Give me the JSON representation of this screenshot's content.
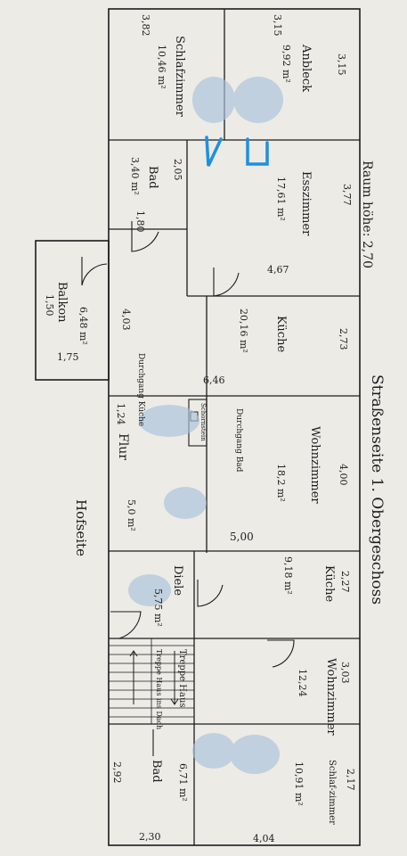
{
  "title": "Straßenseite 1. Obergeschoss",
  "room_height": "Raum höhe: 2,70",
  "yard_side": "Hofseite",
  "rooms": {
    "schlafzimmer_1": {
      "name": "Schlafzimmer",
      "area": "10,46 m²"
    },
    "anbleck": {
      "name": "Anbleck",
      "area": "9,92 m²"
    },
    "esszimmer": {
      "name": "Esszimmer",
      "area": "17,61 m²"
    },
    "bad_1": {
      "name": "Bad",
      "area": "3,40 m²"
    },
    "kueche": {
      "name": "Küche",
      "area": "20,16 m²"
    },
    "balkon": {
      "name": "Balkon",
      "area": "6,48 m²"
    },
    "durchgang_kueche": "Durchgang Küche",
    "durchgang_bad": "Durchgang Bad",
    "flur": {
      "name": "Flur",
      "area": "5,0 m²"
    },
    "wohnzimmer": {
      "name": "Wohnzimmer",
      "area": "18,2 m²"
    },
    "kueche_2": {
      "name": "Küche",
      "area": "9,18 m²"
    },
    "diele": {
      "name": "Diele",
      "area": "5,75 m²"
    },
    "treppe_haus": "Treppe Haus",
    "treppe_dach": "Treppe Haus ins Dach",
    "wohnzimmer_2": {
      "name": "Wohnzimmer",
      "area": "12,24"
    },
    "schlafzimmer_2": {
      "name": "Schlaf-zimmer",
      "area": "10,91 m²"
    },
    "bad_2": {
      "name": "Bad",
      "area": "6,71 m²"
    },
    "schornstein": "Schornstein"
  },
  "dimensions": {
    "d_3_82": "3,82",
    "d_3_15a": "3,15",
    "d_3_15b": "3,15",
    "d_2_05": "2,05",
    "d_3_77": "3,77",
    "d_1_80": "1,80",
    "d_4_67": "4,67",
    "d_4_03": "4,03",
    "d_2_73": "2,73",
    "d_1_50": "1,50",
    "d_1_75": "1,75",
    "d_6_46": "6,46",
    "d_1_24": "1,24",
    "d_4_00": "4,00",
    "d_5_00": "5,00",
    "d_2_27": "2,27",
    "d_3_03": "3,03",
    "d_2_17": "2,17",
    "d_2_92": "2,92",
    "d_2_30": "2,30",
    "d_4_04": "4,04"
  },
  "colors": {
    "paper": "#ecebe6",
    "ink": "#1c1c1c",
    "blue_mark": "#1f8fe0",
    "blur": "#a9c2da"
  }
}
